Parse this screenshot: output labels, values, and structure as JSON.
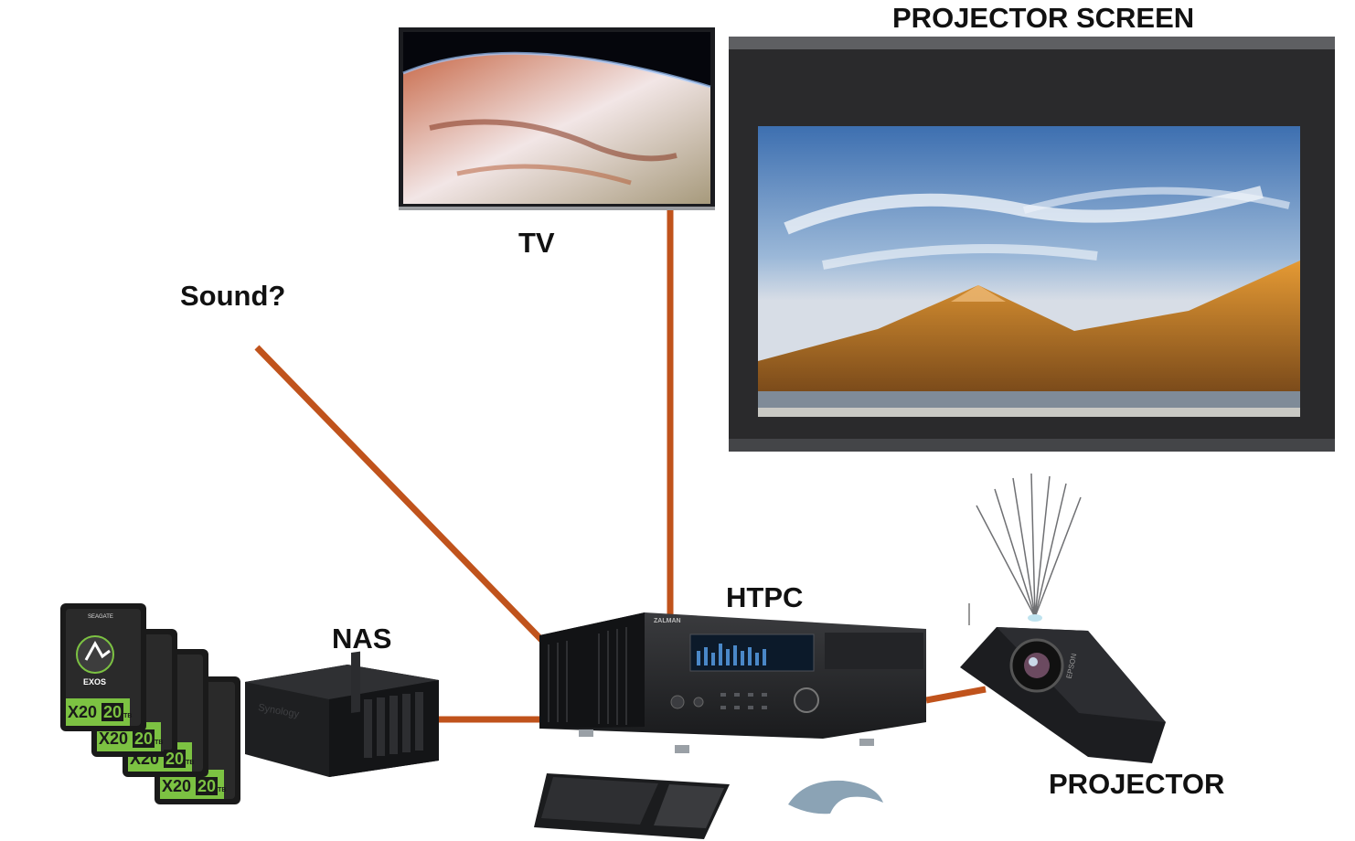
{
  "labels": {
    "projector_screen": "PROJECTOR SCREEN",
    "tv": "TV",
    "sound": "Sound?",
    "htpc": "HTPC",
    "nas": "NAS",
    "projector": "PROJECTOR"
  },
  "device_text": {
    "htpc_brand": "ZALMAN",
    "nas_brand": "Synology",
    "projector_brand": "EPSON",
    "drive_brand": "SEAGATE",
    "drive_line": "EXOS",
    "drive_model": "X20",
    "drive_capacity": "20",
    "drive_unit": "TB"
  },
  "colors": {
    "connector": "#c0531c",
    "label_text": "#111111"
  }
}
